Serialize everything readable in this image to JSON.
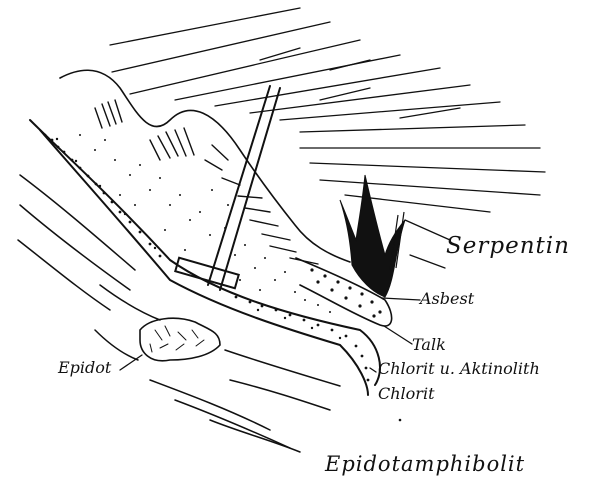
{
  "figure": {
    "labels": {
      "serpentin": "Serpentin",
      "asbest": "Asbest",
      "talk": "Talk",
      "chlorit_aktinolith": "Chlorit u. Aktinolith",
      "chlorit": "Chlorit",
      "epidot": "Epidot",
      "epidotamphibolit": "Epidotamphibolit"
    },
    "colors": {
      "ink": "#111111",
      "paper": "#ffffff"
    }
  }
}
